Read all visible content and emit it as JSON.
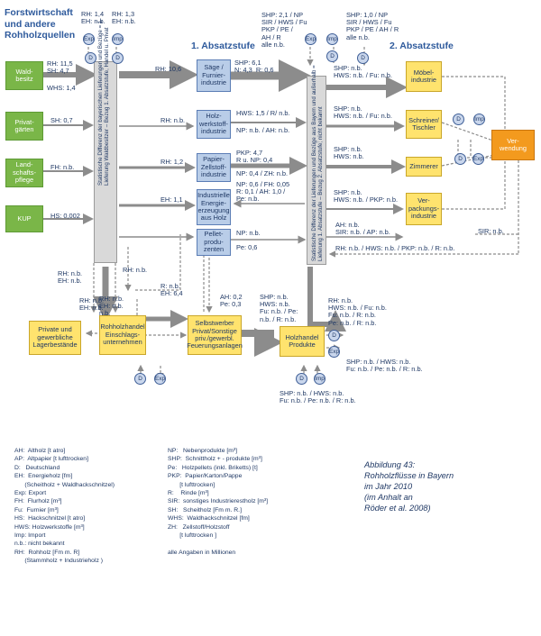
{
  "title": "Forstwirtschaft\nund andere\nRohholzquellen",
  "headers": {
    "stage1": "1. Absatzstufe",
    "stage2": "2. Absatzstufe"
  },
  "boxes": {
    "waldbesitz": "Wald-\nbesitz",
    "privatgaerten": "Privat-\ngärten",
    "landschaftspflege": "Land-\nschafts-\npflege",
    "kup": "KUP",
    "saege": "Säge /\nFurnier-\nindustrie",
    "holzwerkstoff": "Holz-\nwerkstoff-\nindustrie",
    "papier": "Papier-\nZellstoff-\nindustrie",
    "energie": "Industrielle\nEnergie-\nerzeugung\naus Holz",
    "pellet": "Pellet-\nprodu-\nzenten",
    "moebel": "Möbel-\nindustrie",
    "schreiner": "Schreiner/\nTischler",
    "zimmerer": "Zimmerer",
    "verpackung": "Ver-\npackungs-\nindustrie",
    "verwendung": "Ver-\nwendung",
    "private_lager": "Private und\ngewerbliche\nLagerbestände",
    "rohholzhandel": "Rohholzhandel\nEinschlags-\nunternehmen",
    "selbstwerber": "Selbstwerber\nPrivat/Sonstige\npriv./gewerbl.\nFeuerungsanlagen",
    "holzhandel": "Holzhandel\nProdukte"
  },
  "vertical_bars": {
    "left": "Statistische Differenz der bayerischen Lieferungen und Bezüge = 1\nLieferung Waldbesitzer – Bezug 1. Absatzstufe, Handel u. Privat",
    "right": "Statistische Differenz der Lieferungen und Bezüge aus Bayern und außerhalb =\nLieferung 1. Absatzstufe – Bezug 2. Absatzstufe; nicht bekannt"
  },
  "circles": {
    "d": "D",
    "exp": "Exp",
    "imp": "Imp"
  },
  "flow_labels": {
    "top_left_rh": "RH: 1,4\nEH: n.b.",
    "top_right_rh": "RH: 1,3\nEH: n.b.",
    "wald_out": "RH: 11,5\nSH: 4,7",
    "wald_whs": "WHS: 1,4",
    "privat_sh": "SH: 0,7",
    "landschaft_fh": "FH: n.b.",
    "kup_hs": "HS: 0,002",
    "to_saege": "RH: 10,6",
    "to_holzwerk": "RH: n.b.",
    "to_papier": "RH: 1,2",
    "to_energie": "EH: 1,1",
    "saege_out": "SHP: 6,1\nN: 4,3  R: 0,6",
    "stage1_top_in": "SHP: 2,1 / NP\nSIR / HWS / Fu\nPKP / PE /\nAH / R\nalle n.b.",
    "stage2_top_in": "SHP: 1,0 / NP\nSIR / HWS / Fu\nPKP / PE / AH / R\nalle n.b.",
    "holzwerk_out1": "HWS: 1,5 / R/ n.b.",
    "holzwerk_out2": "NP: n.b. / AH: n.b.",
    "papier_out1": "PKP: 4,7\nR u. NP: 0,4",
    "papier_out2": "NP: 0,4 / ZH: n.b.",
    "energie_in": "NP: 0,6 / FH: 0,05\nR: 0,1 / AH: 1,0 /\nPe: n.b.",
    "pellet_np": "NP: n.b.",
    "pellet_pe": "Pe: 0,6",
    "to_moebel": "SHP: n.b.\nHWS: n.b. / Fu: n.b.",
    "to_schreiner": "SHP: n.b.\nHWS: n.b. / Fu: n.b.",
    "to_zimmerer": "SHP: n.b.\nHWS: n.b.",
    "to_verpackung": "SHP: n.b.\nHWS: n.b. / PKP: n.b.",
    "ah_sir": "AH: n.b.\nSIR: n.b. / AP: n.b.",
    "sir_return": "SIR: n.b.",
    "bottom_right_line": "RH: n.b. / HWS: n.b. / PKP: n.b. / R: n.b.",
    "left_down": "RH: n.b.\nEH: n.b.",
    "left_down2": "RH: n.b.",
    "rohhandel_in": "RH: n.b.\nEH: n.b.",
    "rohhandel_in2": "RH: n.b.\nEH: n.b.\nn.b.",
    "r_eh": "R: n.b.\nEH: 6,4",
    "ah_pe": "AH: 0,2\nPe: 0,3",
    "holzhandel_left": "SHP: n.b.\nHWS: n.b.\nFu: n.b. / Pe:\nn.b. / R: n.b.",
    "holzhandel_right": "RH: n.b.\nHWS: n.b. / Fu: n.b.\nFu: n.b. / R: n.b.\nPe: n.b. / R: n.b.",
    "holzhandel_exp": "SHP: n.b. / HWS: n.b.\nFu: n.b. / Pe: n.b. / R: n.b.",
    "holzhandel_bottom": "SHP: n.b. / HWS: n.b.\nFu: n.b. / Pe: n.b. / R: n.b."
  },
  "legend_left": [
    "AH:  Altholz [t atro]",
    "AP:  Altpapier [t lufttrocken]",
    "D:   Deutschland",
    "EH:  Energieholz [fm]",
    "      (Scheitholz + Waldhackschnitzel)",
    "Exp: Export",
    "FH:  Flurholz [m³]",
    "Fu:  Furnier [m³]",
    "HS:  Hackschnitzel [t atro]",
    "HWS: Holzwerkstoffe [m³]",
    "Imp: Import",
    "n.b.: nicht bekannt",
    "RH:  Rohholz [Fm m. R]",
    "      (Stammholz + Industrieholz )"
  ],
  "legend_right": [
    "NP:   Nebenprodukte [m³]",
    "SHP:  Schnittholz + - produkte [m³]",
    "Pe:   Holzpellets (inkl. Briketts) [t]",
    "PKP:  Papier/Karton/Pappe",
    "       [t lufttrocken]",
    "R:    Rinde [m³]",
    "SIR:  sonstiges Industrierestholz [m³]",
    "SH:   Scheitholz [Fm m. R.]",
    "WHS:  Waldhackschnitzel [fm]",
    "ZH:   Zellstoff/Holzstoff",
    "       [t lufttrocken ]",
    "",
    "alle Angaben in Millionen"
  ],
  "caption": "Abbildung 43:\nRohholzflüsse in Bayern\nim Jahr 2010\n(im Anhalt an\nRöder et al. 2008)",
  "colors": {
    "green": "#7ab648",
    "blue_box": "#b9cde8",
    "yellow": "#ffe36e",
    "orange": "#f39a1e",
    "arrow": "#8c8c8c",
    "bar": "#d9d9d9"
  }
}
